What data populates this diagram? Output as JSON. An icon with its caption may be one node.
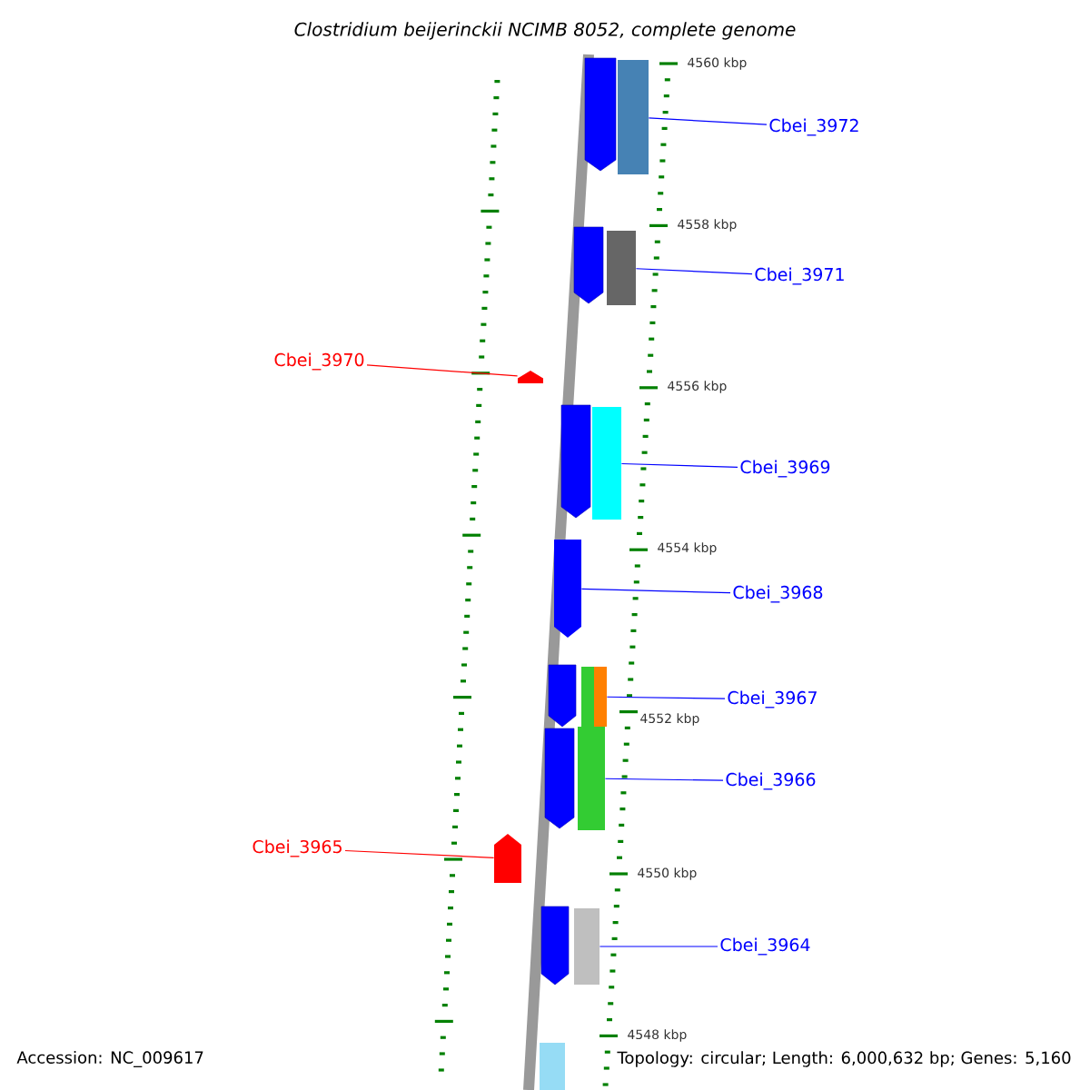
{
  "diagram": {
    "title": "Clostridium beijerinckii NCIMB 8052, complete genome",
    "nodes": [
      {
        "text": [
          "Cbei_3972"
        ]
      },
      {
        "text": [],
        "shape": "bar"
      },
      {
        "text": [
          "Cbei_3971"
        ]
      },
      {
        "text": [],
        "shape": "bar"
      },
      {
        "text": [
          "Cbei_3970"
        ]
      },
      {
        "text": [],
        "shape": "arrow"
      },
      {
        "text": [
          "Cbei_3969"
        ]
      },
      {
        "text": [],
        "shape": "bar"
      },
      {
        "text": [
          "Cbei_3968"
        ]
      },
      {
        "text": [],
        "shape": "arrow"
      },
      {
        "text": [
          "Cbei_3967"
        ]
      },
      {
        "text": [],
        "shape": "bar"
      },
      {
        "text": [
          "Cbei_3966"
        ]
      },
      {
        "text": [],
        "shape": "bar"
      },
      {
        "text": [
          "Cbei_3965"
        ]
      },
      {
        "text": [],
        "shape": "arrow"
      },
      {
        "text": [
          "Cbei_3964"
        ]
      },
      {
        "text": [],
        "shape": "bar"
      }
    ],
    "edges": [
      {
        "from": 0,
        "to": 1,
        "arrow": "none"
      },
      {
        "from": 2,
        "to": 3,
        "arrow": "none"
      },
      {
        "from": 4,
        "to": 5,
        "arrow": "none",
        "color": "#ff0000"
      },
      {
        "from": 6,
        "to": 7,
        "arrow": "none"
      },
      {
        "from": 8,
        "to": 9,
        "arrow": "none"
      },
      {
        "from": 10,
        "to": 11,
        "arrow": "none"
      },
      {
        "from": 12,
        "to": 13,
        "arrow": "none"
      },
      {
        "from": 14,
        "to": 15,
        "arrow": "none",
        "color": "#ff0000"
      },
      {
        "from": 16,
        "to": 17,
        "arrow": "none"
      }
    ],
    "labels": [
      "4560 kbp",
      "4558 kbp",
      "4556 kbp",
      "4554 kbp",
      "4552 kbp",
      "4550 kbp",
      "4548 kbp",
      "Accession: NC_009617",
      "Topology: circular; Length: 6,000,632 bp; Genes: 5,160"
    ]
  }
}
